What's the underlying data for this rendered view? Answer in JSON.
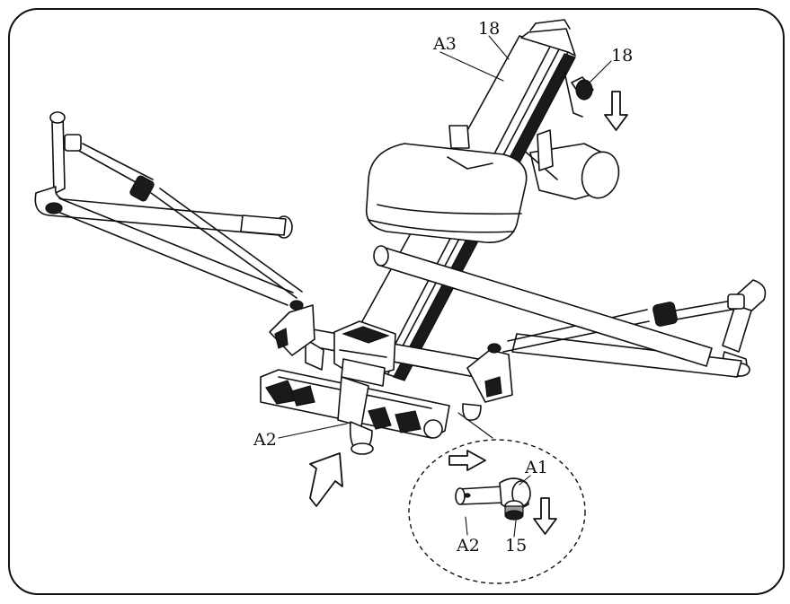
{
  "labels": {
    "a3": "A3",
    "part18_left": "18",
    "part18_right": "18",
    "a2_main": "A2",
    "a1_detail": "A1",
    "a2_detail": "A2",
    "part15_detail": "15"
  },
  "colors": {
    "line": "#111111",
    "background": "#ffffff",
    "dark_fill": "#1a1a1a"
  },
  "icons": {
    "arrow_down_top": "arrow-down-outline",
    "arrow_up_bottom": "arrow-up-outline",
    "arrow_right_detail": "arrow-right-outline",
    "arrow_down_detail": "arrow-down-outline"
  }
}
